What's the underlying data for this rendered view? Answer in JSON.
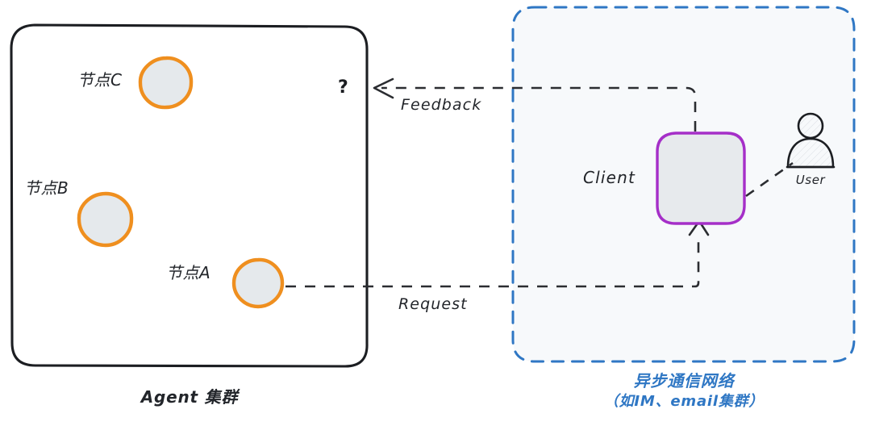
{
  "diagram": {
    "title_left": "Agent 集群",
    "title_right_line1": "异步通信网络",
    "title_right_line2": "（如IM、email集群）",
    "colors": {
      "node_ring": "#ef8f1f",
      "node_fill": "#e5e9ec",
      "agent_box_border": "#1c1e22",
      "network_box_border": "#2f77c4",
      "network_box_fill": "#f7f9fb",
      "client_border": "#a52fc8",
      "client_fill": "#e7eaed",
      "edge": "#2b2d31",
      "text": "#22252a",
      "caption_blue": "#2f77c4"
    }
  },
  "agent_cluster": {
    "label": "Agent 集群",
    "unknown_marker": "?",
    "nodes": [
      {
        "id": "node-c",
        "label": "节点C"
      },
      {
        "id": "node-b",
        "label": "节点B"
      },
      {
        "id": "node-a",
        "label": "节点A"
      }
    ]
  },
  "network": {
    "label_line1": "异步通信网络",
    "label_line2": "（如IM、email集群）",
    "client": {
      "label": "Client"
    },
    "user": {
      "label": "User",
      "icon": "user-avatar-icon"
    }
  },
  "edges": [
    {
      "id": "request",
      "label": "Request",
      "direction": "agent-to-client"
    },
    {
      "id": "feedback",
      "label": "Feedback",
      "direction": "client-to-agent"
    },
    {
      "id": "client-user",
      "label": "",
      "direction": "client-to-user"
    }
  ]
}
